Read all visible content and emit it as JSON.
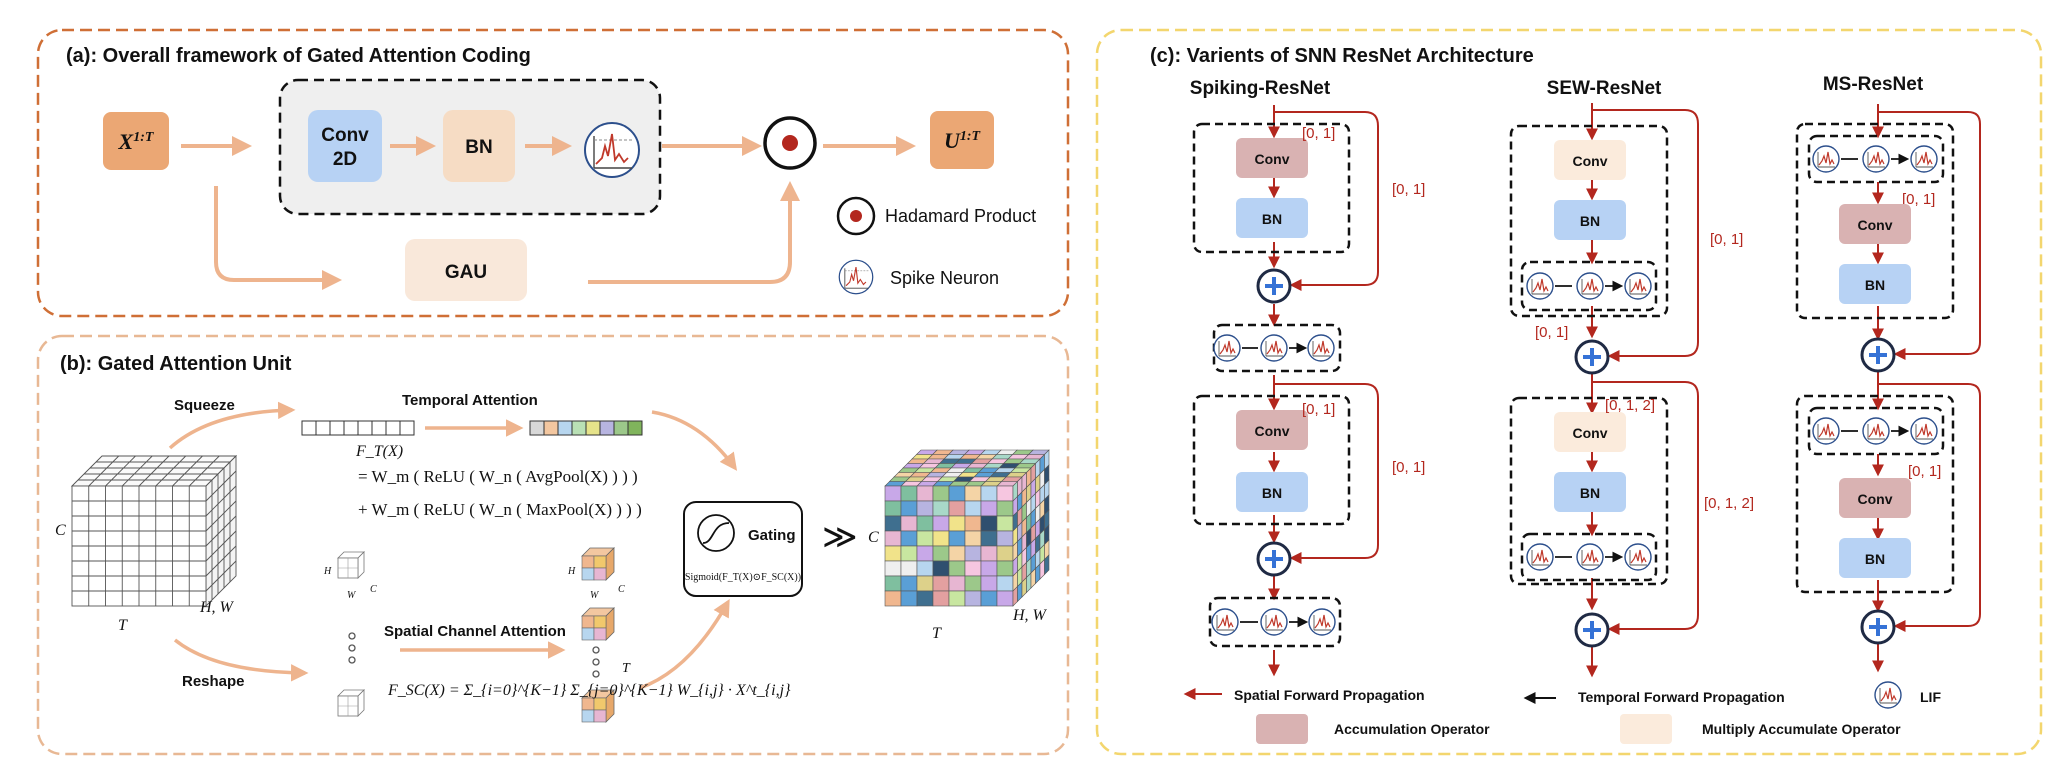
{
  "panel_a": {
    "title": "(a): Overall framework of Gated Attention Coding",
    "input": "X",
    "input_sup": "1:T",
    "conv": "Conv",
    "conv2": "2D",
    "bn": "BN",
    "gau": "GAU",
    "output": "U",
    "output_sup": "1:T",
    "legend_hadamard": "Hadamard Product",
    "legend_spike": "Spike Neuron"
  },
  "panel_b": {
    "title": "(b): Gated Attention Unit",
    "squeeze": "Squeeze",
    "reshape": "Reshape",
    "temporal_attention": "Temporal Attention",
    "eq_ft": "F_T(X)",
    "eq_line1": "= W_m ( ReLU ( W_n ( AvgPool(X) ) ) )",
    "eq_line2": "+ W_m ( ReLU ( W_n ( MaxPool(X) ) ) )",
    "spatial_channel_attention": "Spatial Channel Attention",
    "eq_fsc": "F_SC(X) = Σ_{i=0}^{K−1} Σ_{j=0}^{K−1} W_{i,j} · X^t_{i,j}",
    "gating": "Gating",
    "gating_formula": "Sigmoid(F_T(X)⊙F_SC(X))",
    "label_c": "C",
    "label_t": "T",
    "label_hw": "H, W",
    "label_h": "H",
    "label_w": "W",
    "label_c_small": "C",
    "label_t_small": "T",
    "much_greater": "≫",
    "temporal_colors": [
      "#d8d8d8",
      "#f3c7a0",
      "#b7d6ef",
      "#b9e0b5",
      "#e6e38a",
      "#b7b4e0",
      "#9cc88a",
      "#80b45c"
    ]
  },
  "panel_c": {
    "title": "(c): Varients of SNN ResNet Architecture",
    "col_spiking": "Spiking-ResNet",
    "col_sew": "SEW-ResNet",
    "col_ms": "MS-ResNet",
    "conv": "Conv",
    "bn": "BN",
    "range_01": "[0, 1]",
    "range_012": "[0, 1, 2]",
    "legend_spatial": "Spatial Forward Propagation",
    "legend_temporal": "Temporal Forward Propagation",
    "legend_lif": "LIF",
    "legend_acc": "Accumulation Operator",
    "legend_mac": "Multiply Accumulate Operator"
  },
  "colors": {
    "panel_a_border": "#cf6f36",
    "panel_b_border": "#e8b894",
    "panel_c_border": "#f3d66e",
    "io_box": "#eba774",
    "conv_blue": "#b7d2f4",
    "bn_peach": "#f6dcc4",
    "gau": "#f9e8da",
    "flow_arrow": "#eeb48e",
    "conv_pink": "#d9b2b2",
    "mac_box": "#fbebdc",
    "red": "#b3271e",
    "plus_blue": "#3572d6"
  }
}
